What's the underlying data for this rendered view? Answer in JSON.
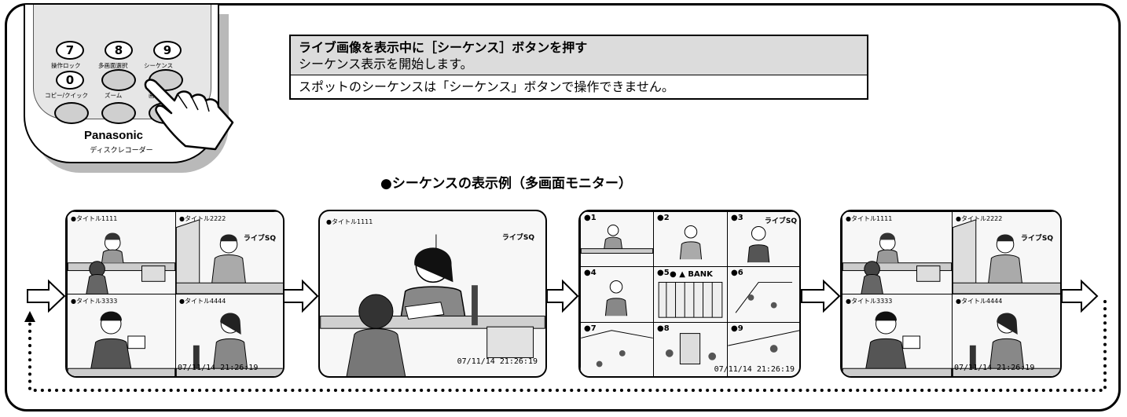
{
  "remote": {
    "keys": [
      "7",
      "8",
      "9",
      "0"
    ],
    "labels": [
      "操作ロック",
      "多画面選択",
      "シーケンス",
      "コピー/クイック",
      "ズーム",
      "画面表"
    ],
    "brand": "Panasonic",
    "footer": "ディスクレコーダー"
  },
  "instruction": {
    "title": "ライブ画像を表示中に［シーケンス］ボタンを押す",
    "description": "シーケンス表示を開始します。",
    "note": "スポットのシーケンスは「シーケンス」ボタンで操作できません。"
  },
  "example_heading": "●シーケンスの表示例（多画面モニター）",
  "screens": {
    "titles": [
      "●タイトル1111",
      "●タイトル2222",
      "●タイトル3333",
      "●タイトル4444"
    ],
    "sq_tag": "ライブSQ",
    "timestamp": "07/11/14  21:26:19",
    "single_title": "●タイトル1111",
    "nine_nums": [
      "●1",
      "●2",
      "●3",
      "●4",
      "●5",
      "●6",
      "●7",
      "●8",
      "●9"
    ],
    "bank_text": "● ▲ BANK"
  }
}
